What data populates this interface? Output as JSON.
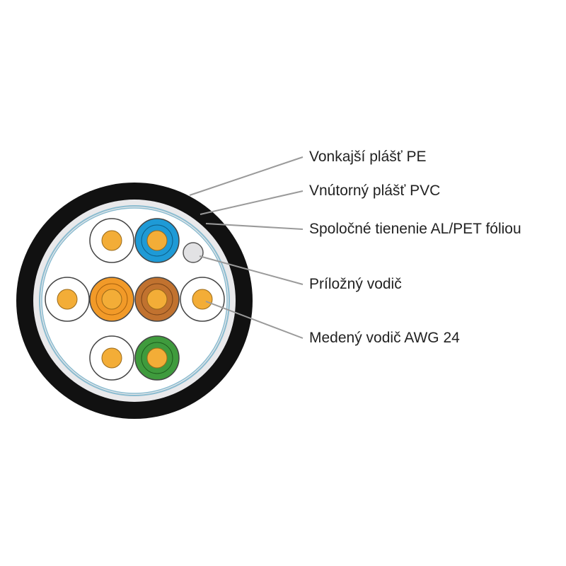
{
  "labels": {
    "outer_sheath": "Vonkajší plášť PE",
    "inner_sheath": "Vnútorný plášť PVC",
    "shield": "Spoločné tienenie AL/PET fóliou",
    "drain_wire": "Príložný vodič",
    "copper_conductor": "Medený vodič AWG 24"
  },
  "colors": {
    "outer_sheath": "#111111",
    "inner_sheath": "#e9e9eb",
    "shield_line": "#8bbcd0",
    "copper_core": "#f3ad37",
    "blue": "#1e9ad6",
    "orange": "#f29a28",
    "brown": "#c1722f",
    "green": "#3f9b3d",
    "white_insulation": "#ffffff",
    "drain_wire": "#e2e2e4",
    "leader_line": "#9a9a9a"
  }
}
